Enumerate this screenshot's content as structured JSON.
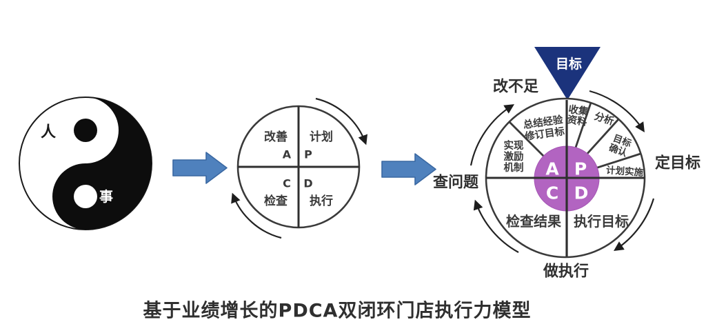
{
  "yinyang": {
    "top_label": "人",
    "bottom_label": "事"
  },
  "middle_cycle": {
    "improve_label": "改善",
    "improve_letter": "A",
    "plan_label": "计划",
    "plan_letter": "P",
    "check_letter": "C",
    "check_label": "检查",
    "do_letter": "D",
    "do_label": "执行"
  },
  "right_cycle": {
    "goal_label": "目标",
    "fix_gap_label": "改不足",
    "set_goal_label": "定目标",
    "find_problem_label": "查问题",
    "do_execute_label": "做执行",
    "letter_a": "A",
    "letter_p": "P",
    "letter_c": "C",
    "letter_d": "D",
    "summarize_line1": "总结经验",
    "summarize_line2": "修订目标",
    "incentive_line1": "实现",
    "incentive_line2": "激励",
    "incentive_line3": "机制",
    "collect_line1": "收集",
    "collect_line2": "资料",
    "analyze_label": "分析",
    "confirm_line1": "目标",
    "confirm_line2": "确认",
    "plan_impl_label": "计划实施",
    "check_result_label": "检查结果",
    "execute_goal_label": "执行目标"
  },
  "caption": "基于业绩增长的PDCA双闭环门店执行力模型",
  "colors": {
    "navy": "#1b337c",
    "purple": "#b264c1",
    "arrow_blue": "#4f81bd",
    "arrow_blue_border": "#3a68a2",
    "line": "#2f2f2f"
  }
}
